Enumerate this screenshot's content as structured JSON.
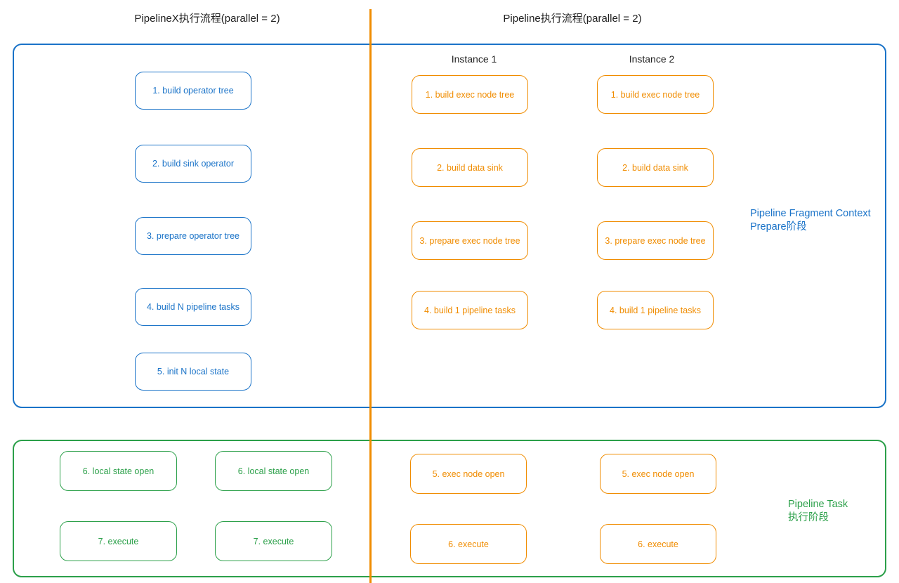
{
  "colors": {
    "blue": "#1a73c8",
    "orange": "#f08c00",
    "green": "#2ca04a",
    "text": "#1f1f1f",
    "background": "#ffffff"
  },
  "headings": {
    "left_title": "PipelineX执行流程(parallel = 2)",
    "right_title": "Pipeline执行流程(parallel = 2)",
    "instance_1": "Instance 1",
    "instance_2": "Instance 2"
  },
  "stages": {
    "prepare": {
      "label": "Pipeline Fragment Context\nPrepare阶段",
      "color": "#1a73c8"
    },
    "task": {
      "label": "Pipeline Task\n执行阶段",
      "color": "#2ca04a"
    }
  },
  "pipelinex": {
    "prepare_steps": [
      {
        "label": "1. build operator tree"
      },
      {
        "label": "2. build sink operator"
      },
      {
        "label": "3. prepare operator tree"
      },
      {
        "label": "4. build N pipeline tasks"
      },
      {
        "label": "5. init N local state"
      }
    ],
    "task_steps_col1": [
      {
        "label": "6. local state open"
      },
      {
        "label": "7. execute"
      }
    ],
    "task_steps_col2": [
      {
        "label": "6. local state open"
      },
      {
        "label": "7. execute"
      }
    ]
  },
  "pipeline": {
    "instance1_prepare_steps": [
      {
        "label": "1. build exec node tree"
      },
      {
        "label": "2. build data sink"
      },
      {
        "label": "3. prepare exec node tree"
      },
      {
        "label": "4. build 1 pipeline tasks"
      }
    ],
    "instance2_prepare_steps": [
      {
        "label": "1. build exec node tree"
      },
      {
        "label": "2. build data sink"
      },
      {
        "label": "3. prepare exec node tree"
      },
      {
        "label": "4. build 1 pipeline tasks"
      }
    ],
    "instance1_task_steps": [
      {
        "label": "5. exec node open"
      },
      {
        "label": "6. execute"
      }
    ],
    "instance2_task_steps": [
      {
        "label": "5. exec node open"
      },
      {
        "label": "6. execute"
      }
    ]
  }
}
